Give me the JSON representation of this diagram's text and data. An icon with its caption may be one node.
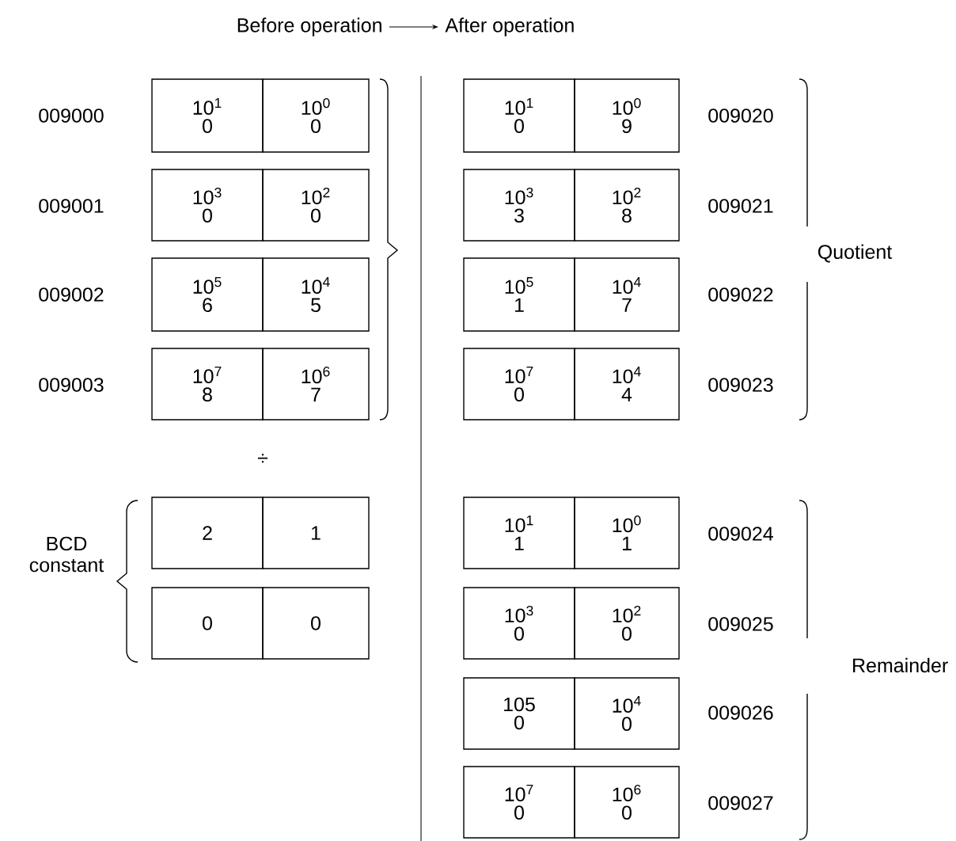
{
  "diagram": {
    "nodes": [
      {
        "text": [
          "Before operation"
        ]
      },
      {
        "text": [
          "After operation"
        ]
      },
      {
        "text": [
          "10$^{1}$",
          "0"
        ]
      },
      {
        "text": [
          "10$^{0}$",
          "0"
        ]
      },
      {
        "text": [
          "10$^{3}$",
          "0"
        ]
      },
      {
        "text": [
          "10$^{2}$",
          "0"
        ]
      },
      {
        "text": [
          "10$^{5}$",
          "6"
        ]
      },
      {
        "text": [
          "10$^{4}$",
          "5"
        ]
      },
      {
        "text": [
          "10$^{7}$",
          "8"
        ]
      },
      {
        "text": [
          "10$^{6}$",
          "7"
        ]
      },
      {
        "text": [
          "2"
        ]
      },
      {
        "text": [
          "1"
        ]
      },
      {
        "text": [
          "0"
        ]
      },
      {
        "text": [
          "0"
        ]
      },
      {
        "text": [
          "10$^{1}$",
          "0"
        ]
      },
      {
        "text": [
          "10$^{0}$",
          "9"
        ]
      },
      {
        "text": [
          "10$^{3}$",
          "3"
        ]
      },
      {
        "text": [
          "10$^{2}$",
          "8"
        ]
      },
      {
        "text": [
          "10$^{5}$",
          "1"
        ]
      },
      {
        "text": [
          "10$^{4}$",
          "7"
        ]
      },
      {
        "text": [
          "10$^{7}$",
          "0"
        ]
      },
      {
        "text": [
          "10$^{4}$",
          "4"
        ]
      },
      {
        "text": [
          "10$^{1}$",
          "1"
        ]
      },
      {
        "text": [
          "10$^{0}$",
          "1"
        ]
      },
      {
        "text": [
          "10$^{3}$",
          "0"
        ]
      },
      {
        "text": [
          "10$^{2}$",
          "0"
        ]
      },
      {
        "text": [
          "105",
          "0"
        ]
      },
      {
        "text": [
          "10$^{4}$",
          "0"
        ]
      },
      {
        "text": [
          "10$^{7}$",
          "0"
        ]
      },
      {
        "text": [
          "10$^{6}$",
          "0"
        ]
      }
    ],
    "edges": [
      {
        "from": 0,
        "to": 1,
        "arrow": "to"
      }
    ],
    "labels": [
      "009000",
      "009001",
      "009002",
      "009003",
      "÷",
      "BCD constant",
      "009020",
      "009021",
      "Quotient",
      "009022",
      "009023",
      "009024",
      "009025",
      "Remainder",
      "009026",
      "009027"
    ]
  }
}
